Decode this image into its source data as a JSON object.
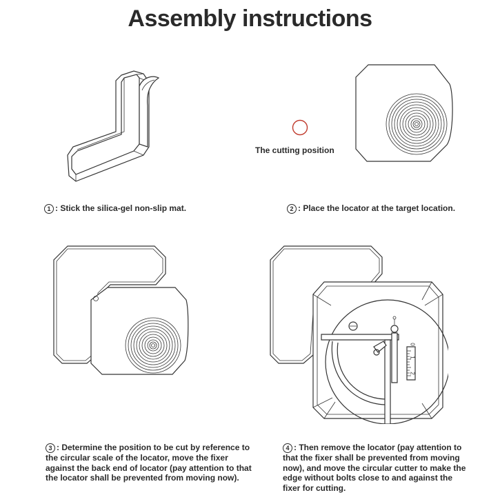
{
  "header": {
    "title": "Assembly instructions"
  },
  "colors": {
    "text": "#2a2a2a",
    "line": "#333333",
    "marker": "#c0392b"
  },
  "step1": {
    "number": "1",
    "text": ": Stick the silica-gel non-slip mat."
  },
  "step2": {
    "number": "2",
    "text": ": Place the locator at the target location.",
    "marker_label": "The cutting position"
  },
  "step3": {
    "number": "3",
    "text": ": Determine the position to be cut by reference to the circular scale of the locator, move the fixer against the back end of locator (pay attention to that the locator shall be prevented from moving now)."
  },
  "step4": {
    "number": "4",
    "text": ": Then remove the locator (pay attention to that the fixer shall be prevented from moving now), and move the circular cutter to make the edge without bolts close to and against the fixer for cutting.",
    "scale_ticks": [
      "0",
      "1",
      "2"
    ]
  }
}
